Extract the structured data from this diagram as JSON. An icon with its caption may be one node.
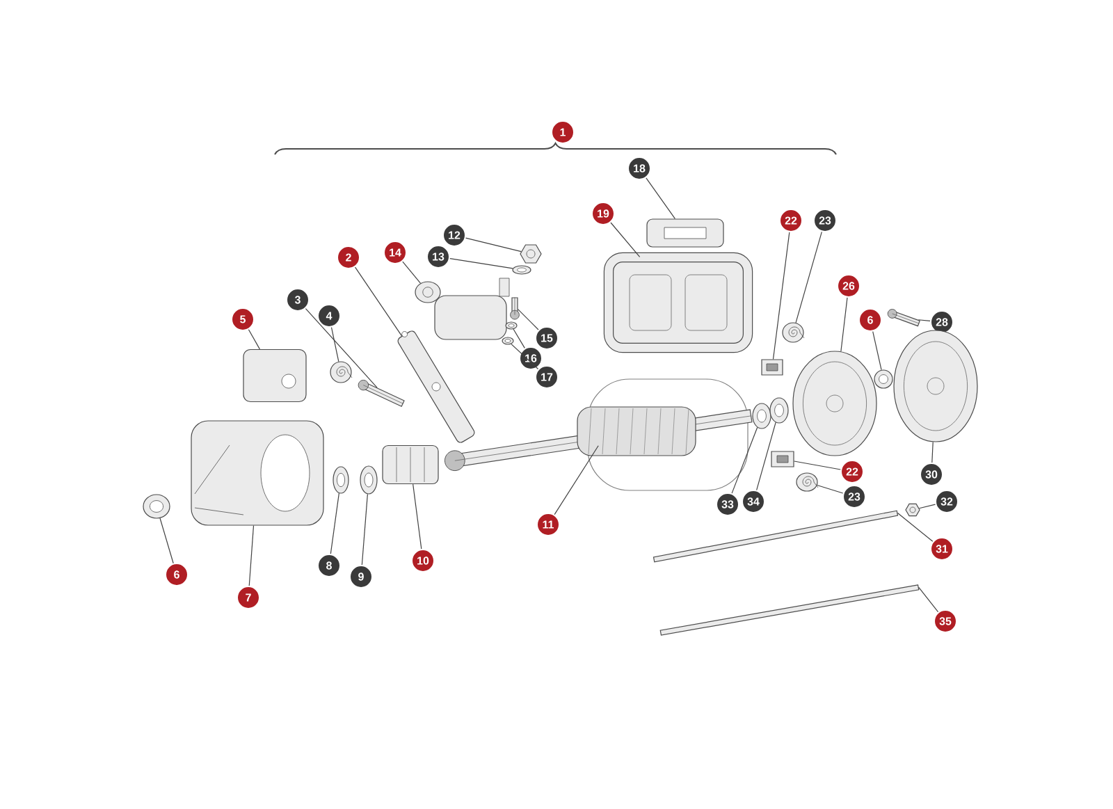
{
  "diagram": {
    "nodes": [
      {
        "text": [
          "1"
        ]
      },
      {
        "text": [
          "18"
        ]
      },
      {
        "text": [
          "19"
        ]
      },
      {
        "text": [
          "22"
        ]
      },
      {
        "text": [
          "23"
        ]
      },
      {
        "text": [
          "12"
        ]
      },
      {
        "text": [
          "13"
        ]
      },
      {
        "text": [
          "2"
        ]
      },
      {
        "text": [
          "14"
        ]
      },
      {
        "text": [
          "3"
        ]
      },
      {
        "text": [
          "4"
        ]
      },
      {
        "text": [
          "5"
        ]
      },
      {
        "text": [
          "26"
        ]
      },
      {
        "text": [
          "6"
        ]
      },
      {
        "text": [
          "28"
        ]
      },
      {
        "text": [
          "15"
        ]
      },
      {
        "text": [
          "16"
        ]
      },
      {
        "text": [
          "17"
        ]
      },
      {
        "text": [
          "22"
        ]
      },
      {
        "text": [
          "23"
        ]
      },
      {
        "text": [
          "30"
        ]
      },
      {
        "text": [
          "32"
        ]
      },
      {
        "text": [
          "33"
        ]
      },
      {
        "text": [
          "34"
        ]
      },
      {
        "text": [
          "31"
        ]
      },
      {
        "text": [
          "35"
        ]
      },
      {
        "text": [
          "11"
        ]
      },
      {
        "text": [
          "10"
        ]
      },
      {
        "text": [
          "9"
        ]
      },
      {
        "text": [
          "8"
        ]
      },
      {
        "text": [
          "7"
        ]
      },
      {
        "text": [
          "6"
        ]
      },
      {
        "text": [],
        "shape": "picture"
      },
      {
        "text": [],
        "shape": "picture"
      },
      {
        "text": [],
        "shape": "picture"
      },
      {
        "text": [],
        "shape": "picture"
      },
      {
        "text": [],
        "shape": "picture"
      },
      {
        "text": [],
        "shape": "picture"
      },
      {
        "text": [],
        "shape": "picture"
      },
      {
        "text": [],
        "shape": "picture"
      },
      {
        "text": [],
        "shape": "picture"
      },
      {
        "text": [],
        "shape": "picture"
      },
      {
        "text": [],
        "shape": "picture"
      },
      {
        "text": [],
        "shape": "picture"
      },
      {
        "text": [],
        "shape": "picture"
      },
      {
        "text": [],
        "shape": "picture"
      },
      {
        "text": [],
        "shape": "picture"
      },
      {
        "text": [],
        "shape": "picture"
      },
      {
        "text": [],
        "shape": "picture"
      },
      {
        "text": [],
        "shape": "picture"
      },
      {
        "text": [],
        "shape": "picture"
      },
      {
        "text": [],
        "shape": "picture"
      },
      {
        "text": [],
        "shape": "picture"
      },
      {
        "text": [],
        "shape": "picture"
      },
      {
        "text": [],
        "shape": "picture"
      },
      {
        "text": [],
        "shape": "bar"
      },
      {
        "text": [],
        "shape": "bar"
      },
      {
        "text": [],
        "shape": "picture"
      },
      {
        "text": [],
        "shape": "picture"
      },
      {
        "text": [],
        "shape": "picture"
      },
      {
        "text": [],
        "shape": "picture"
      },
      {
        "text": [],
        "shape": "picture"
      },
      {
        "text": [],
        "shape": "picture"
      }
    ],
    "edges": [
      {
        "from": 1,
        "to": 32,
        "arrow": "none"
      },
      {
        "from": 2,
        "to": 33,
        "arrow": "none"
      },
      {
        "from": 3,
        "to": 34,
        "arrow": "none"
      },
      {
        "from": 4,
        "to": 35,
        "arrow": "none"
      },
      {
        "from": 5,
        "to": 36,
        "arrow": "none"
      },
      {
        "from": 6,
        "to": 37,
        "arrow": "none"
      },
      {
        "from": 7,
        "to": 38,
        "arrow": "none"
      },
      {
        "from": 8,
        "to": 39,
        "arrow": "none"
      },
      {
        "from": 9,
        "to": 40,
        "arrow": "none"
      },
      {
        "from": 10,
        "to": 41,
        "arrow": "none"
      },
      {
        "from": 11,
        "to": 42,
        "arrow": "none"
      },
      {
        "from": 12,
        "to": 43,
        "arrow": "none"
      },
      {
        "from": 13,
        "to": 44,
        "arrow": "none"
      },
      {
        "from": 14,
        "to": 45,
        "arrow": "none"
      },
      {
        "from": 15,
        "to": 46,
        "arrow": "none"
      },
      {
        "from": 16,
        "to": 47,
        "arrow": "none"
      },
      {
        "from": 17,
        "to": 48,
        "arrow": "none"
      },
      {
        "from": 18,
        "to": 49,
        "arrow": "none"
      },
      {
        "from": 19,
        "to": 50,
        "arrow": "none"
      },
      {
        "from": 20,
        "to": 51,
        "arrow": "none"
      },
      {
        "from": 21,
        "to": 52,
        "arrow": "none"
      },
      {
        "from": 22,
        "to": 53,
        "arrow": "none"
      },
      {
        "from": 23,
        "to": 54,
        "arrow": "none"
      },
      {
        "from": 24,
        "to": 55,
        "arrow": "none"
      },
      {
        "from": 25,
        "to": 56,
        "arrow": "none"
      },
      {
        "from": 26,
        "to": 57,
        "arrow": "none"
      },
      {
        "from": 27,
        "to": 58,
        "arrow": "none"
      },
      {
        "from": 28,
        "to": 59,
        "arrow": "none"
      },
      {
        "from": 29,
        "to": 60,
        "arrow": "none"
      },
      {
        "from": 30,
        "to": 61,
        "arrow": "none"
      },
      {
        "from": 31,
        "to": 62,
        "arrow": "none"
      }
    ]
  }
}
